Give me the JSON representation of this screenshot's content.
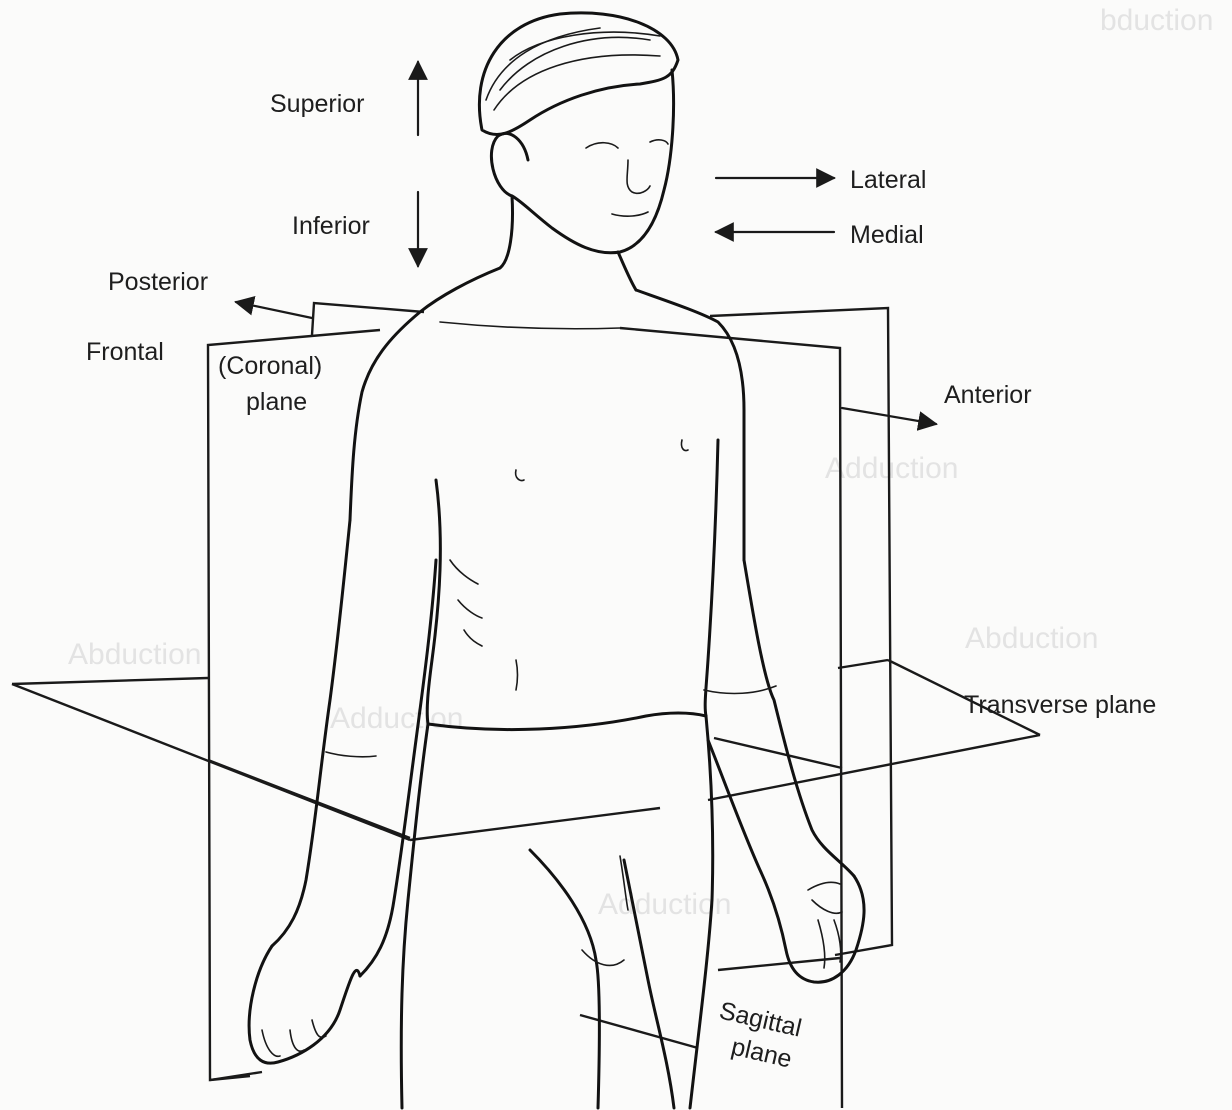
{
  "labels": {
    "superior": "Superior",
    "inferior": "Inferior",
    "lateral": "Lateral",
    "medial": "Medial",
    "posterior": "Posterior",
    "frontal": "Frontal",
    "coronal": "(Coronal)",
    "coronal_plane": "plane",
    "anterior": "Anterior",
    "transverse_plane": "Transverse plane",
    "sagittal": "Sagittal",
    "sagittal_plane": "plane"
  },
  "bleed_through_text": {
    "top_right": "bduction",
    "mid_right": "Adduction",
    "right": "Abduction",
    "left": "Abduction",
    "center": "Adduction",
    "lower_center": "Adduction"
  },
  "colors": {
    "ink": "#1a1a1a",
    "paper": "#fbfbfa",
    "ghost_text": "#e3e3e3"
  }
}
